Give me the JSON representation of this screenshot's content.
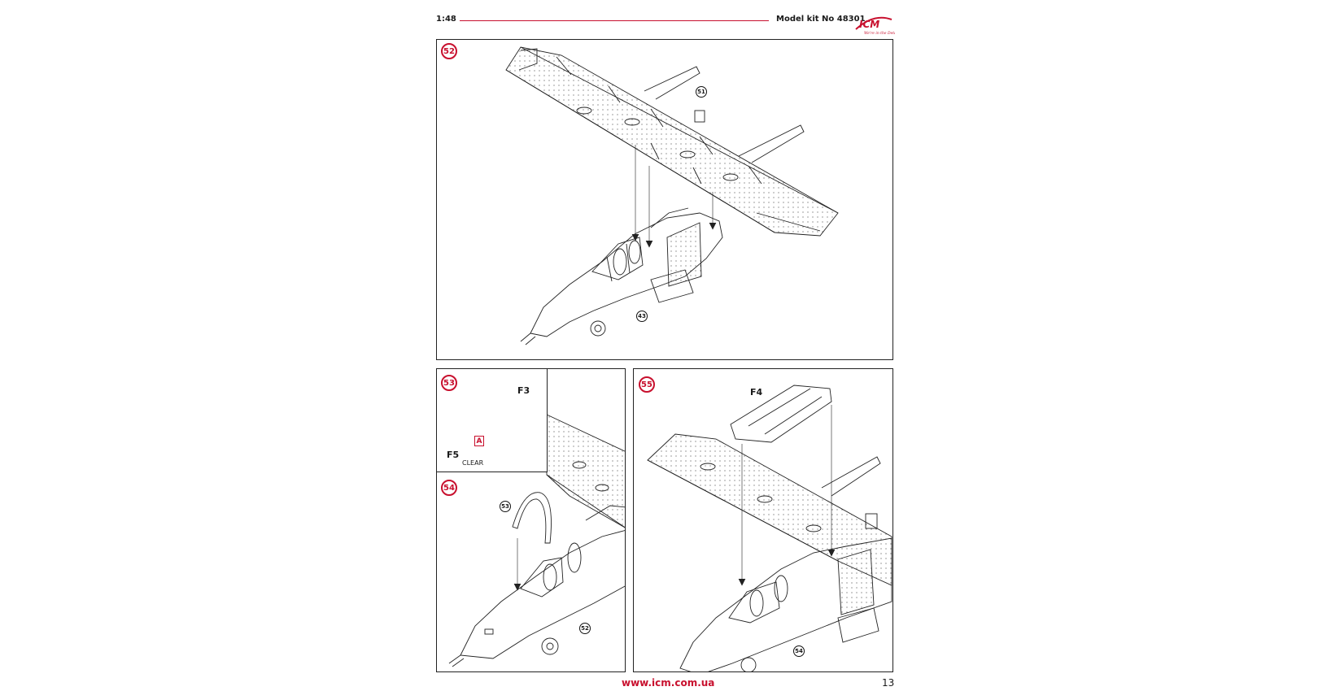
{
  "header": {
    "scale": "1:48",
    "model": "Model kit No 48301",
    "logo_text": "ICM",
    "logo_tagline": "We're in the Detail"
  },
  "steps": {
    "s52": "52",
    "s53": "53",
    "s54": "54",
    "s55": "55"
  },
  "refs": {
    "r51": "51",
    "r43": "43",
    "r53": "53",
    "r52": "52",
    "r54": "54"
  },
  "labels": {
    "f3": "F3",
    "f5": "F5",
    "a": "A",
    "clear": "CLEAR",
    "f4": "F4"
  },
  "footer": {
    "url": "www.icm.com.ua",
    "page": "13"
  },
  "colors": {
    "accent": "#c8102e",
    "line": "#222222"
  }
}
